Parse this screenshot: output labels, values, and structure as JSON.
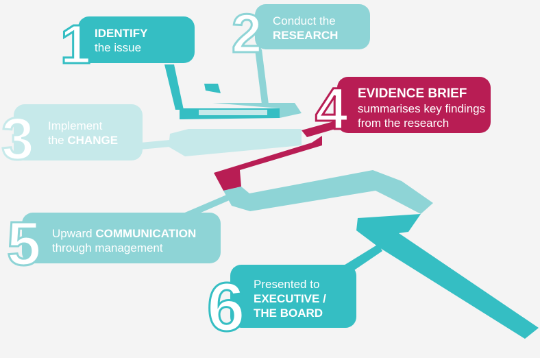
{
  "colors": {
    "teal": "#35bec3",
    "teal_light": "#8ed4d6",
    "teal_pale": "#c6e9ea",
    "crimson": "#b81d54",
    "background": "#f4f4f4"
  },
  "steps": [
    {
      "number": "1",
      "line1": "IDENTIFY",
      "line2": "the issue"
    },
    {
      "number": "2",
      "line1_prefix": "Conduct the",
      "line2": "RESEARCH"
    },
    {
      "number": "3",
      "line1": "Implement",
      "line2_prefix": "the ",
      "line2_bold": "CHANGE"
    },
    {
      "number": "4",
      "line1": "EVIDENCE BRIEF",
      "line2": "summarises key findings",
      "line3": "from the research"
    },
    {
      "number": "5",
      "line1_prefix": "Upward ",
      "line1_bold": "COMMUNICATION",
      "line2": "through management"
    },
    {
      "number": "6",
      "line1": "Presented to",
      "line2": "EXECUTIVE /",
      "line3": "THE BOARD"
    }
  ]
}
